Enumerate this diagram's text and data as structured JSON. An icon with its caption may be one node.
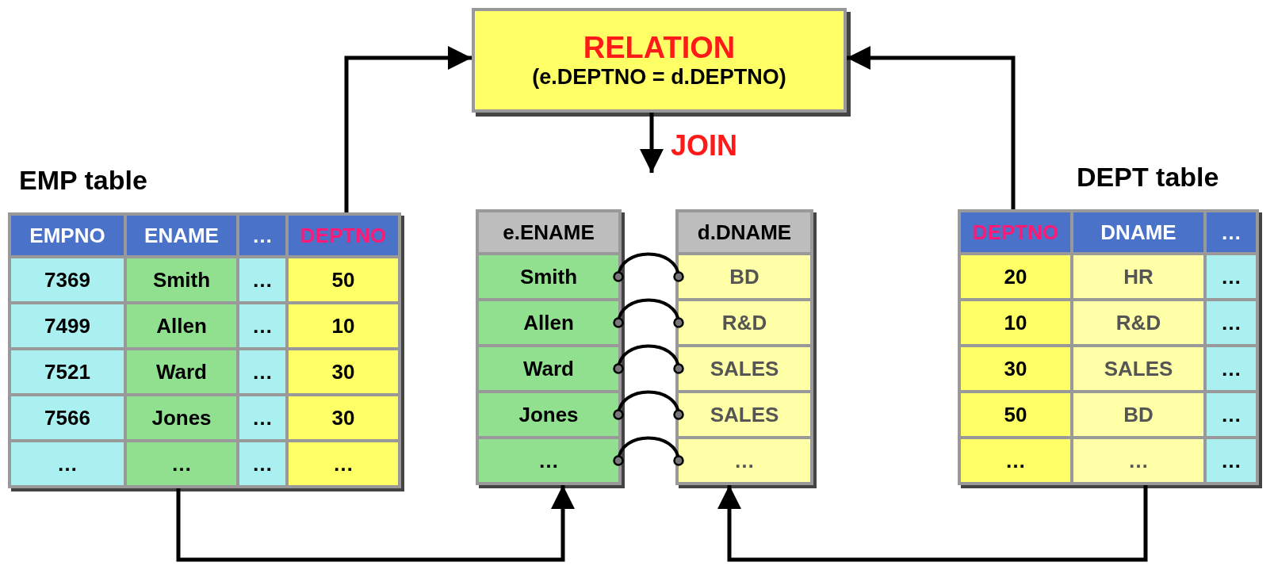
{
  "diagram": {
    "nodes": [
      {
        "text": [
          "RELATION",
          "(e.DEPTNO = d.DEPTNO)"
        ]
      },
      {
        "text": [
          "EMP table"
        ]
      },
      {
        "text": [
          "EMPNO"
        ],
        "in": 1
      },
      {
        "text": [
          "ENAME"
        ],
        "in": 1
      },
      {
        "text": [
          "…"
        ],
        "in": 1
      },
      {
        "text": [
          "DEPTNO"
        ],
        "in": 1
      },
      {
        "text": [
          "7369"
        ],
        "in": 1
      },
      {
        "text": [
          "Smith"
        ],
        "in": 1
      },
      {
        "text": [
          "…"
        ],
        "in": 1
      },
      {
        "text": [
          "50"
        ],
        "in": 1
      },
      {
        "text": [
          "7499"
        ],
        "in": 1
      },
      {
        "text": [
          "Allen"
        ],
        "in": 1
      },
      {
        "text": [
          "…"
        ],
        "in": 1
      },
      {
        "text": [
          "10"
        ],
        "in": 1
      },
      {
        "text": [
          "7521"
        ],
        "in": 1
      },
      {
        "text": [
          "Ward"
        ],
        "in": 1
      },
      {
        "text": [
          "…"
        ],
        "in": 1
      },
      {
        "text": [
          "30"
        ],
        "in": 1
      },
      {
        "text": [
          "7566"
        ],
        "in": 1
      },
      {
        "text": [
          "Jones"
        ],
        "in": 1
      },
      {
        "text": [
          "…"
        ],
        "in": 1
      },
      {
        "text": [
          "30"
        ],
        "in": 1
      },
      {
        "text": [
          "…"
        ],
        "in": 1
      },
      {
        "text": [
          "…"
        ],
        "in": 1
      },
      {
        "text": [
          "…"
        ],
        "in": 1
      },
      {
        "text": [
          "…"
        ],
        "in": 1
      },
      {
        "text": [],
        "shape": "box"
      },
      {
        "text": [
          "e.ENAME"
        ],
        "in": 26
      },
      {
        "text": [
          "Smith"
        ],
        "in": 26
      },
      {
        "text": [
          "Allen"
        ],
        "in": 26
      },
      {
        "text": [
          "Ward"
        ],
        "in": 26
      },
      {
        "text": [
          "Jones"
        ],
        "in": 26
      },
      {
        "text": [
          "…"
        ],
        "in": 26
      },
      {
        "text": [],
        "shape": "box"
      },
      {
        "text": [
          "d.DNAME"
        ],
        "in": 33
      },
      {
        "text": [
          "BD"
        ],
        "in": 33
      },
      {
        "text": [
          "R&D"
        ],
        "in": 33
      },
      {
        "text": [
          "SALES"
        ],
        "in": 33
      },
      {
        "text": [
          "SALES"
        ],
        "in": 33
      },
      {
        "text": [
          "…"
        ],
        "in": 33
      },
      {
        "text": [
          "DEPT table"
        ]
      },
      {
        "text": [
          "DEPTNO"
        ],
        "in": 40
      },
      {
        "text": [
          "DNAME"
        ],
        "in": 40
      },
      {
        "text": [
          "…"
        ],
        "in": 40
      },
      {
        "text": [
          "20"
        ],
        "in": 40
      },
      {
        "text": [
          "HR"
        ],
        "in": 40
      },
      {
        "text": [
          "…"
        ],
        "in": 40
      },
      {
        "text": [
          "10"
        ],
        "in": 40
      },
      {
        "text": [
          "R&D"
        ],
        "in": 40
      },
      {
        "text": [
          "…"
        ],
        "in": 40
      },
      {
        "text": [
          "30"
        ],
        "in": 40
      },
      {
        "text": [
          "SALES"
        ],
        "in": 40
      },
      {
        "text": [
          "…"
        ],
        "in": 40
      },
      {
        "text": [
          "50"
        ],
        "in": 40
      },
      {
        "text": [
          "BD"
        ],
        "in": 40
      },
      {
        "text": [
          "…"
        ],
        "in": 40
      },
      {
        "text": [
          "…"
        ],
        "in": 40
      },
      {
        "text": [
          "…"
        ],
        "in": 40
      },
      {
        "text": [
          "…"
        ],
        "in": 40
      }
    ],
    "edges": [
      {
        "from": 1,
        "to": 0,
        "arrow": "to"
      },
      {
        "from": 40,
        "to": 0,
        "arrow": "to"
      },
      {
        "from": 0,
        "to": null,
        "arrow": "to",
        "label": "JOIN"
      },
      {
        "from": 1,
        "to": 26,
        "arrow": "to"
      },
      {
        "from": 40,
        "to": 33,
        "arrow": "to"
      },
      {
        "from": 28,
        "to": 35,
        "arrow": "other"
      },
      {
        "from": 29,
        "to": 36,
        "arrow": "other"
      },
      {
        "from": 30,
        "to": 37,
        "arrow": "other"
      },
      {
        "from": 31,
        "to": 38,
        "arrow": "other"
      },
      {
        "from": 32,
        "to": 39,
        "arrow": "other"
      }
    ]
  }
}
